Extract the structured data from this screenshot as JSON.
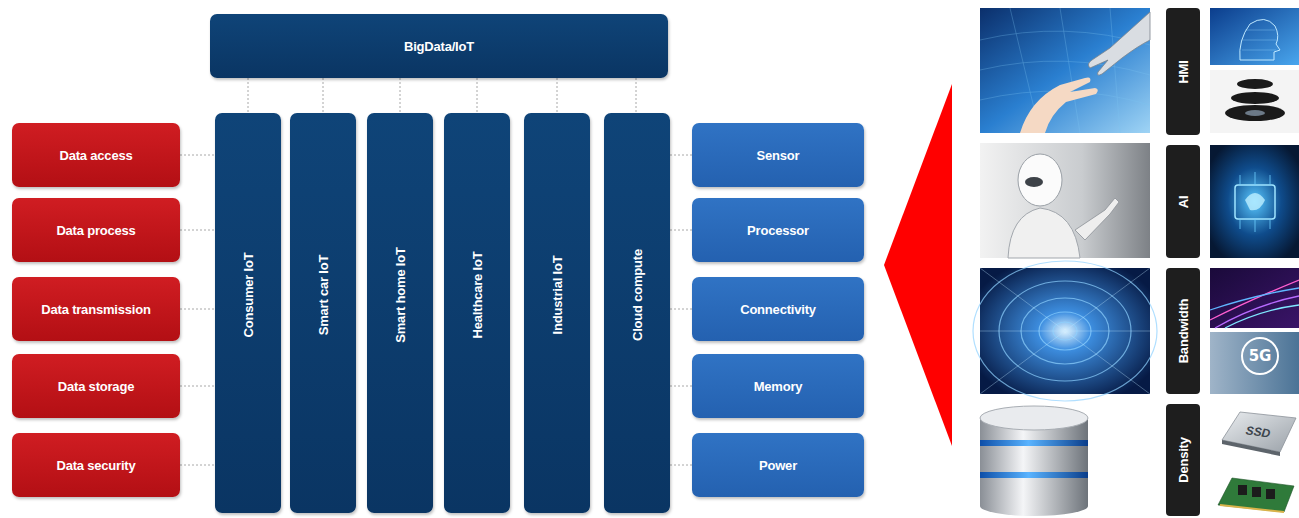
{
  "diagram": {
    "nodes": [
      {
        "text": [
          "BigData/IoT"
        ]
      },
      {
        "text": [
          "Data access"
        ]
      },
      {
        "text": [
          "Data process"
        ]
      },
      {
        "text": [
          "Data transmission"
        ]
      },
      {
        "text": [
          "Data storage"
        ]
      },
      {
        "text": [
          "Data security"
        ]
      },
      {
        "text": [
          "Consumer IoT"
        ]
      },
      {
        "text": [
          "Smart car IoT"
        ]
      },
      {
        "text": [
          "Smart home IoT"
        ]
      },
      {
        "text": [
          "Healthcare IoT"
        ]
      },
      {
        "text": [
          "Industrial IoT"
        ]
      },
      {
        "text": [
          "Cloud compute"
        ]
      },
      {
        "text": [
          "Sensor"
        ]
      },
      {
        "text": [
          "Processor"
        ]
      },
      {
        "text": [
          "Connectivity"
        ]
      },
      {
        "text": [
          "Memory"
        ]
      },
      {
        "text": [
          "Power"
        ]
      },
      {
        "text": [
          "HMI"
        ]
      },
      {
        "text": [
          "AI"
        ]
      },
      {
        "text": [
          "Bandwidth"
        ]
      },
      {
        "text": [
          "Density"
        ]
      }
    ],
    "edges": [
      {
        "from": 0,
        "to": 6,
        "arrow": "none"
      },
      {
        "from": 0,
        "to": 7,
        "arrow": "none"
      },
      {
        "from": 0,
        "to": 8,
        "arrow": "none"
      },
      {
        "from": 0,
        "to": 9,
        "arrow": "none"
      },
      {
        "from": 0,
        "to": 10,
        "arrow": "none"
      },
      {
        "from": 0,
        "to": 11,
        "arrow": "none"
      },
      {
        "from": 1,
        "to": 6,
        "arrow": "none"
      },
      {
        "from": 2,
        "to": 6,
        "arrow": "none"
      },
      {
        "from": 3,
        "to": 6,
        "arrow": "none"
      },
      {
        "from": 4,
        "to": 6,
        "arrow": "none"
      },
      {
        "from": 5,
        "to": 6,
        "arrow": "none"
      },
      {
        "from": 11,
        "to": 12,
        "arrow": "none"
      },
      {
        "from": 11,
        "to": 13,
        "arrow": "none"
      },
      {
        "from": 11,
        "to": 14,
        "arrow": "none"
      },
      {
        "from": 11,
        "to": 15,
        "arrow": "none"
      },
      {
        "from": 11,
        "to": 16,
        "arrow": "none"
      }
    ],
    "labels": [
      "5G",
      "SSD"
    ]
  }
}
